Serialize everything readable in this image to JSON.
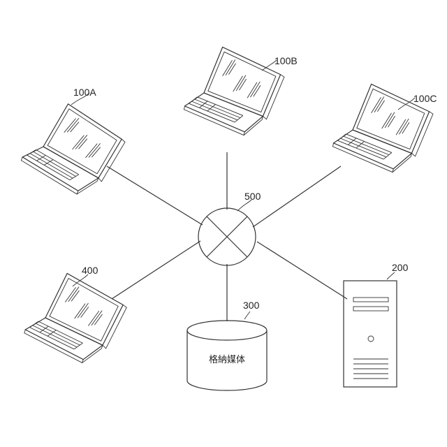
{
  "nodes": {
    "terminal_a": {
      "ref": "100A"
    },
    "terminal_b": {
      "ref": "100B"
    },
    "terminal_c": {
      "ref": "100C"
    },
    "terminal_d": {
      "ref": "400"
    },
    "server": {
      "ref": "200"
    },
    "storage": {
      "ref": "300",
      "text": "格納媒体"
    },
    "network": {
      "ref": "500"
    }
  }
}
